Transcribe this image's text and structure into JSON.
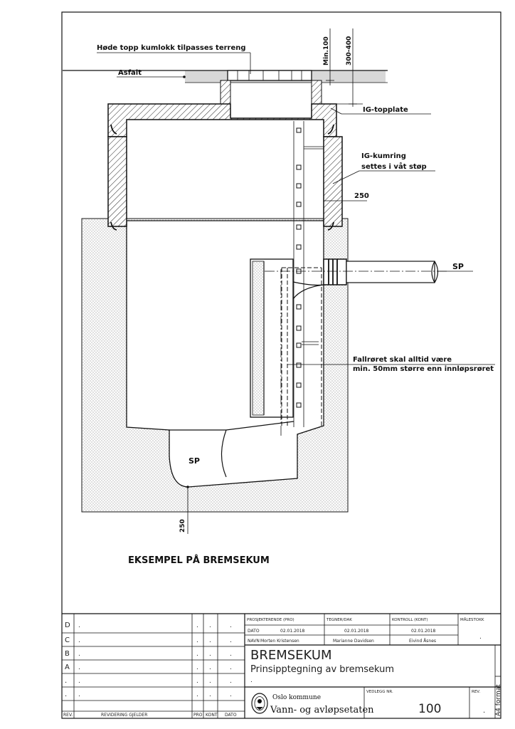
{
  "drawing": {
    "top_note": "Høde topp kumlokk tilpasses terreng",
    "asphalt": "Asfalt",
    "dim_min": "Min.100",
    "dim_range": "300-400",
    "top_plate": "IG-topplate",
    "ring_line1": "IG-kumring",
    "ring_line2": "settes i våt støp",
    "wall_dim": "250",
    "outlet_label": "SP",
    "fall_line1": "Fallrøret skal alltid være",
    "fall_line2": "min. 50mm større enn innløpsrøret",
    "bottom_label": "SP",
    "bottom_dim": "250",
    "caption": "EKSEMPEL PÅ BREMSEKUM"
  },
  "title_block": {
    "rev_rows": [
      {
        "letter": "D",
        "desc": ".",
        "pro": ".",
        "kont": ".",
        "dato": "."
      },
      {
        "letter": "C",
        "desc": ".",
        "pro": ".",
        "kont": ".",
        "dato": "."
      },
      {
        "letter": "B",
        "desc": ".",
        "pro": ".",
        "kont": ".",
        "dato": "."
      },
      {
        "letter": "A",
        "desc": ".",
        "pro": ".",
        "kont": ".",
        "dato": "."
      },
      {
        "letter": ".",
        "desc": ".",
        "pro": ".",
        "kont": ".",
        "dato": "."
      },
      {
        "letter": ".",
        "desc": ".",
        "pro": ".",
        "kont": ".",
        "dato": "."
      }
    ],
    "footer": {
      "rev": "REV.",
      "desc": "REVIDERING GJELDER",
      "pro": "PRO",
      "kont": "KONT",
      "dato": "DATO"
    },
    "headers": {
      "prosjekt": "PROSJEKTERENDE (PRO)",
      "tegner": "TEGNER/DAK",
      "kontroll": "KONTROLL (KONT)",
      "malestokk": "MÅLESTOKK"
    },
    "dato_label": "DATO",
    "navn_label": "NAVN",
    "pro_date": "02.01.2018",
    "dak_date": "02.01.2018",
    "kont_date": "02.01.2018",
    "pro_name": "Morten Kristensen",
    "dak_name": "Marianne Davidsen",
    "kont_name": "Eivind Åsnes",
    "scale_value": ".",
    "title": "BREMSEKUM",
    "subtitle": "Prinsipptegning av bremsekum",
    "sub_dot": ".",
    "org_line1": "Oslo kommune",
    "org_line2": "Vann- og avløpsetaten",
    "vedlegg_label": "VEDLEGG NR.",
    "vedlegg_value": "100",
    "rev_label": "REV.",
    "rev_value": ".",
    "format": "A4 format"
  }
}
